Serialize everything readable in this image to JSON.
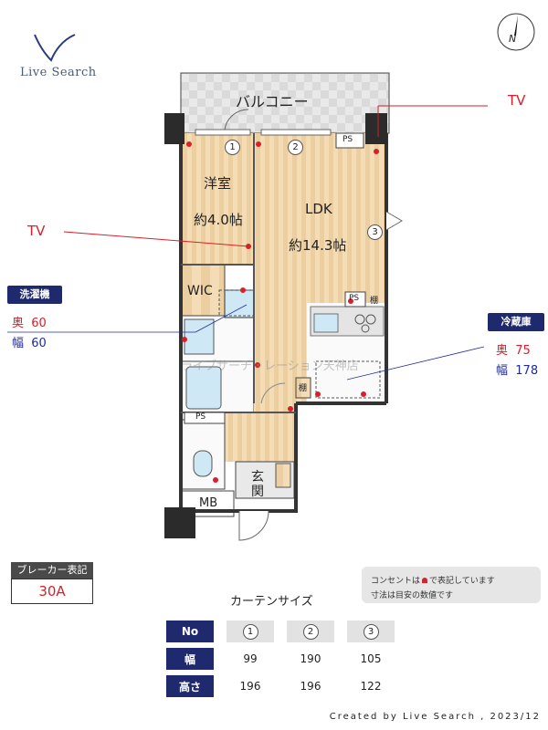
{
  "logo": {
    "text": "Live Search"
  },
  "compass": {
    "north_label": "N"
  },
  "tv_labels": {
    "top_right": "TV",
    "left": "TV"
  },
  "rooms": {
    "balcony": "バルコニー",
    "western_room": "洋室",
    "western_room_size": "約4.0帖",
    "ldk": "LDK",
    "ldk_size": "約14.3帖",
    "wic": "WIC",
    "entrance_1": "玄",
    "entrance_2": "関",
    "mb": "MB",
    "ps": "PS",
    "shelf": "棚"
  },
  "window_markers": [
    "1",
    "2",
    "3"
  ],
  "washer": {
    "title": "洗濯機",
    "depth_label": "奥",
    "depth": "60",
    "width_label": "幅",
    "width": "60"
  },
  "fridge": {
    "title": "冷蔵庫",
    "depth_label": "奥",
    "depth": "75",
    "width_label": "幅",
    "width": "178"
  },
  "watermark": "ライブサーチ・レーション天神店",
  "breaker": {
    "title": "ブレーカー表記",
    "value": "30A"
  },
  "notes": {
    "line1_pre": "コンセントは",
    "line1_post": "で表記しています",
    "line2": "寸法は目安の数値です"
  },
  "curtain": {
    "title": "カーテンサイズ",
    "header_no": "No",
    "header_width": "幅",
    "header_height": "高さ",
    "numbers": [
      "1",
      "2",
      "3"
    ],
    "widths": [
      "99",
      "190",
      "105"
    ],
    "heights": [
      "196",
      "196",
      "122"
    ]
  },
  "credit": "Created by Live Search , 2023/12",
  "colors": {
    "accent_red": "#d6202a",
    "navy": "#1f2a6e",
    "wood": "#f1d7ae"
  }
}
